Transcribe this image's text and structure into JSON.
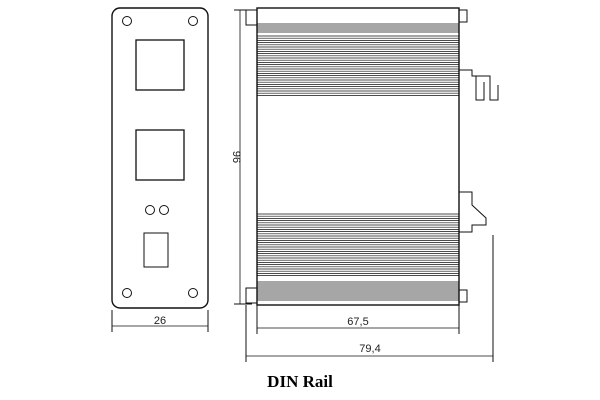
{
  "dimensions": {
    "front_width": "26",
    "height": "96",
    "body_depth": "67,5",
    "total_depth": "79,4"
  },
  "caption": "DIN Rail"
}
